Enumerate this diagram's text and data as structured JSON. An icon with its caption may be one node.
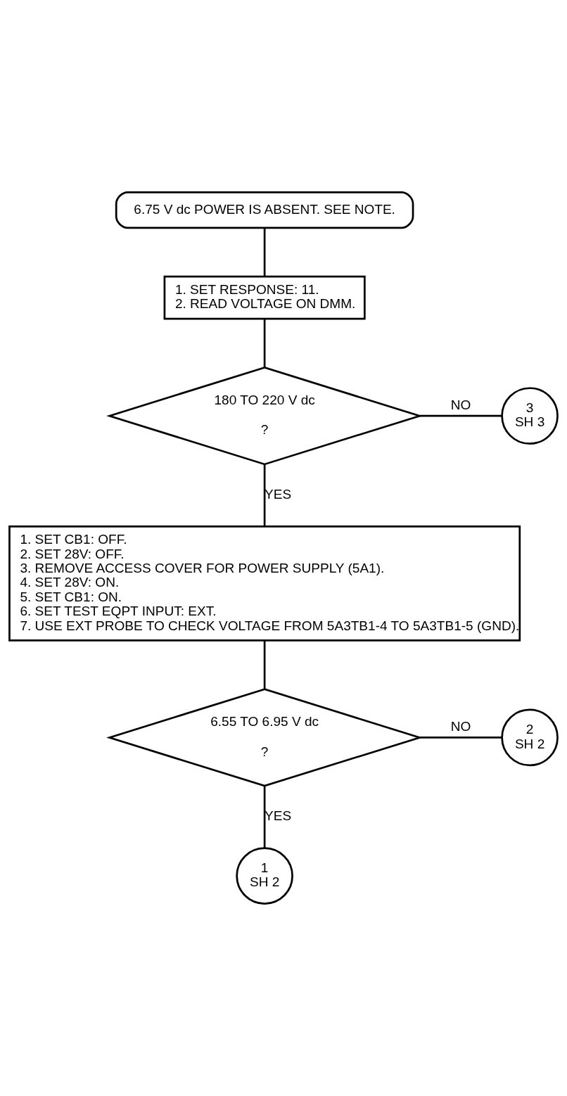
{
  "diagram": {
    "nodes": [
      {
        "text": [
          "6.75 V dc POWER IS ABSENT. SEE NOTE."
        ]
      },
      {
        "text": [
          "1. SET RESPONSE: 11.",
          "2. READ VOLTAGE ON DMM."
        ]
      },
      {
        "text": [
          "180 TO 220 V dc",
          "?"
        ]
      },
      {
        "text": [
          "3",
          "SH 3"
        ]
      },
      {
        "text": [
          "1. SET CB1: OFF.",
          "2. SET 28V: OFF.",
          "3. REMOVE ACCESS COVER FOR POWER SUPPLY (5A1).",
          "4. SET 28V: ON.",
          "5. SET CB1: ON.",
          "6. SET TEST EQPT INPUT: EXT.",
          "7. USE EXT PROBE TO CHECK VOLTAGE FROM 5A3TB1-4 TO 5A3TB1-5 (GND)."
        ]
      },
      {
        "text": [
          "6.55 TO 6.95 V dc",
          "?"
        ]
      },
      {
        "text": [
          "2",
          "SH 2"
        ]
      },
      {
        "text": [
          "1",
          "SH 2"
        ]
      }
    ],
    "edges": [
      {
        "from": 0,
        "to": 1,
        "arrow": "none"
      },
      {
        "from": 1,
        "to": 2,
        "arrow": "none"
      },
      {
        "from": 2,
        "to": 3,
        "arrow": "none",
        "label": "NO"
      },
      {
        "from": 2,
        "to": 4,
        "arrow": "none",
        "label": "YES"
      },
      {
        "from": 4,
        "to": 5,
        "arrow": "none"
      },
      {
        "from": 5,
        "to": 6,
        "arrow": "none",
        "label": "NO"
      },
      {
        "from": 5,
        "to": 7,
        "arrow": "none",
        "label": "YES"
      }
    ]
  }
}
